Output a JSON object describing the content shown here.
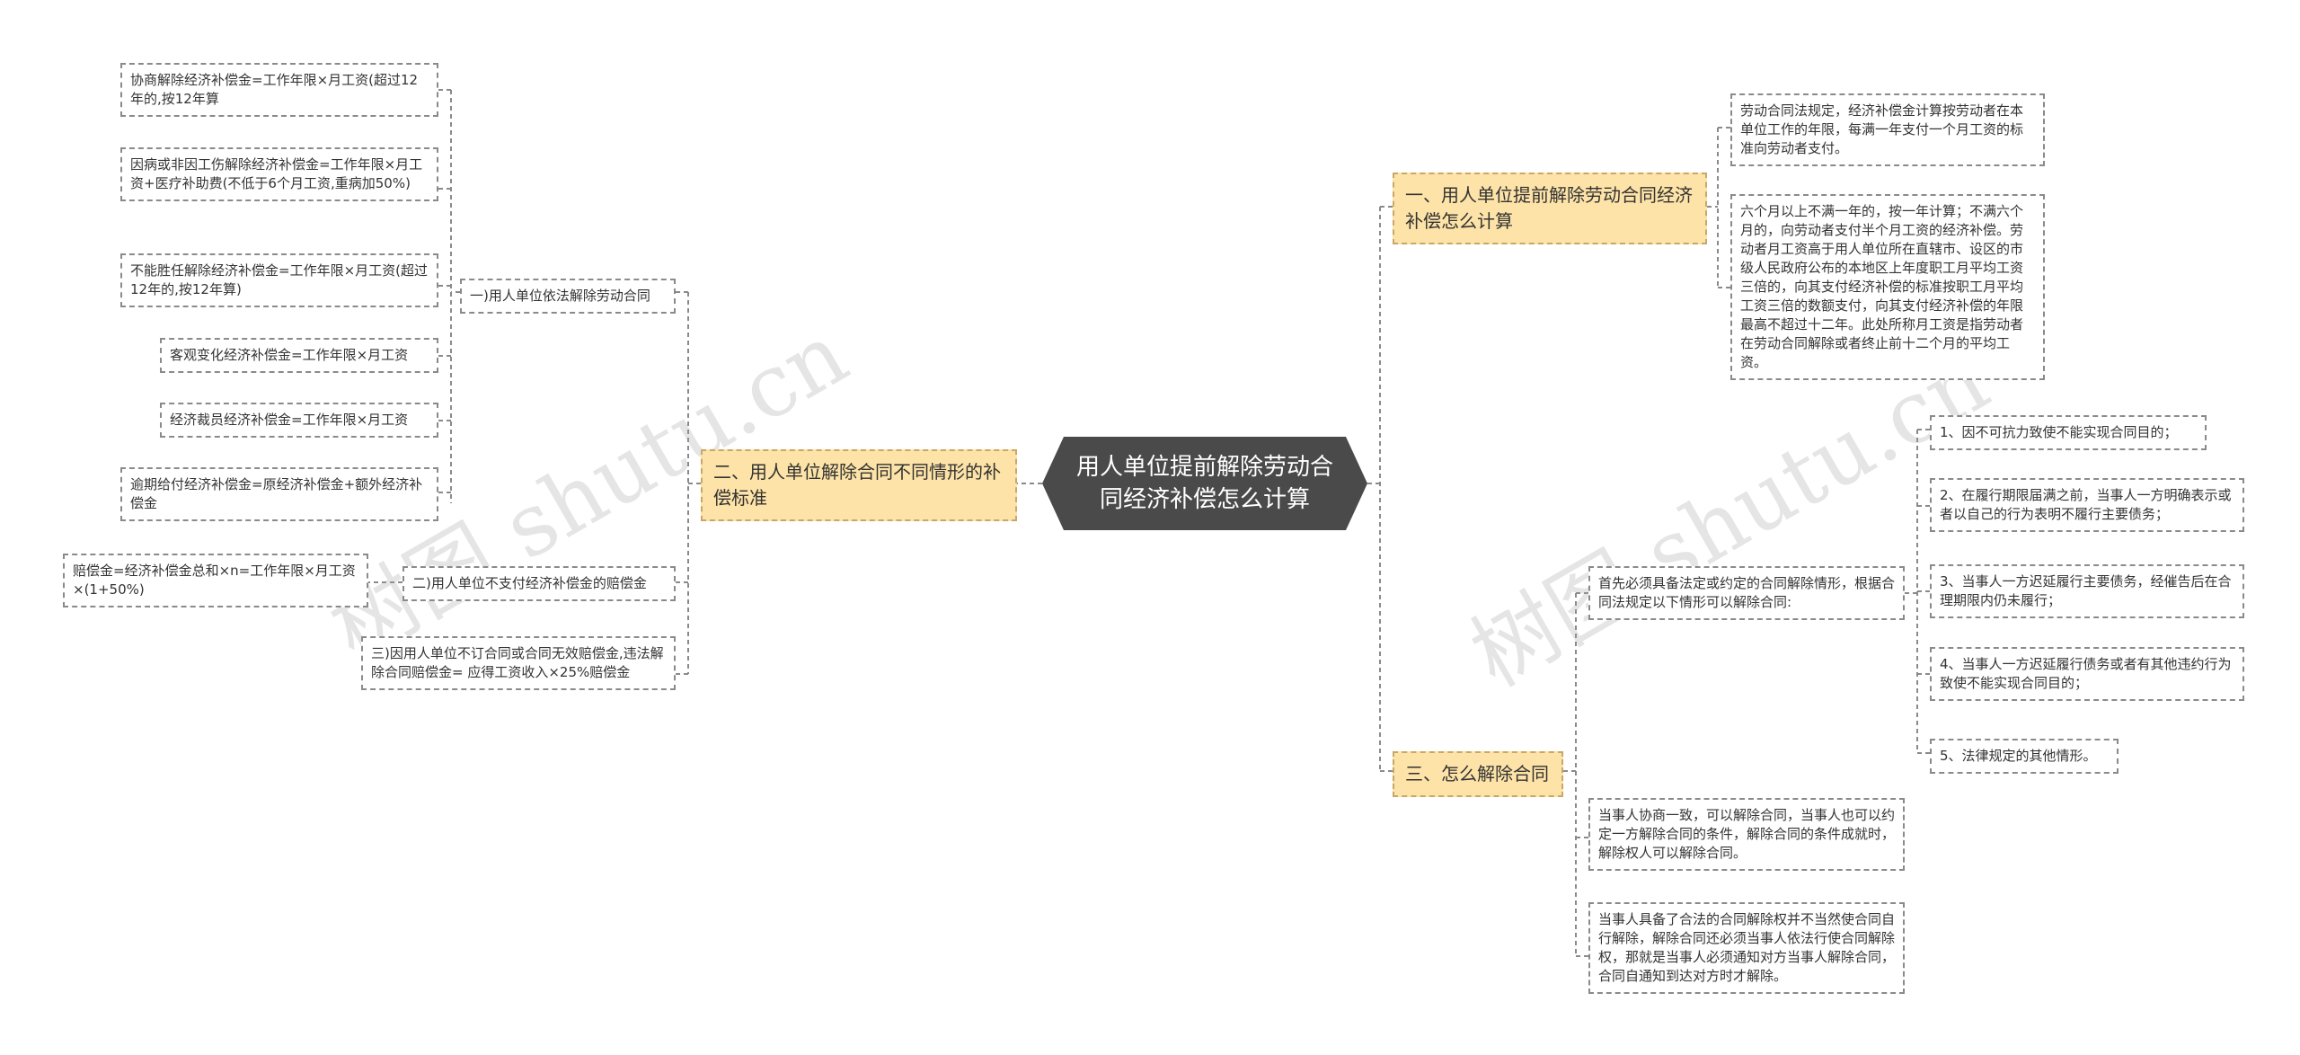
{
  "watermark": "树图 shutu.cn",
  "root": "用人单位提前解除劳动合同经济补偿怎么计算",
  "left": {
    "branch": "二、用人单位解除合同不同情形的补偿标准",
    "sub1": {
      "label": "一)用人单位依法解除劳动合同",
      "items": [
        "协商解除经济补偿金=工作年限×月工资(超过12年的,按12年算",
        "因病或非因工伤解除经济补偿金=工作年限×月工资+医疗补助费(不低于6个月工资,重病加50%)",
        "不能胜任解除经济补偿金=工作年限×月工资(超过12年的,按12年算)",
        "客观变化经济补偿金=工作年限×月工资",
        "经济裁员经济补偿金=工作年限×月工资",
        "逾期给付经济补偿金=原经济补偿金+额外经济补偿金"
      ]
    },
    "sub2": {
      "label": "二)用人单位不支付经济补偿金的赔偿金",
      "items": [
        "赔偿金=经济补偿金总和×n=工作年限×月工资×(1+50%)"
      ]
    },
    "sub3": {
      "label": "三)因用人单位不订合同或合同无效赔偿金,违法解除合同赔偿金= 应得工资收入×25%赔偿金"
    }
  },
  "right": {
    "branch1": {
      "label": "一、用人单位提前解除劳动合同经济补偿怎么计算",
      "items": [
        "劳动合同法规定，经济补偿金计算按劳动者在本单位工作的年限，每满一年支付一个月工资的标准向劳动者支付。",
        "六个月以上不满一年的，按一年计算；不满六个月的，向劳动者支付半个月工资的经济补偿。劳动者月工资高于用人单位所在直辖市、设区的市级人民政府公布的本地区上年度职工月平均工资三倍的，向其支付经济补偿的标准按职工月平均工资三倍的数额支付，向其支付经济补偿的年限最高不超过十二年。此处所称月工资是指劳动者在劳动合同解除或者终止前十二个月的平均工资。"
      ]
    },
    "branch2": {
      "label": "三、怎么解除合同",
      "intro": "首先必须具备法定或约定的合同解除情形，根据合同法规定以下情形可以解除合同:",
      "conditions": [
        "1、因不可抗力致使不能实现合同目的；",
        "2、在履行期限届满之前，当事人一方明确表示或者以自己的行为表明不履行主要债务；",
        "3、当事人一方迟延履行主要债务，经催告后在合理期限内仍未履行；",
        "4、当事人一方迟延履行债务或者有其他违约行为致使不能实现合同目的；",
        "5、法律规定的其他情形。"
      ],
      "item2": "当事人协商一致，可以解除合同，当事人也可以约定一方解除合同的条件，解除合同的条件成就时，解除权人可以解除合同。",
      "item3": "当事人具备了合法的合同解除权并不当然使合同自行解除，解除合同还必须当事人依法行使合同解除权，那就是当事人必须通知对方当事人解除合同，合同自通知到达对方时才解除。"
    }
  },
  "colors": {
    "root_bg": "#4a4a4a",
    "branch_bg": "#fde3a7",
    "line": "#8a8a8a"
  }
}
